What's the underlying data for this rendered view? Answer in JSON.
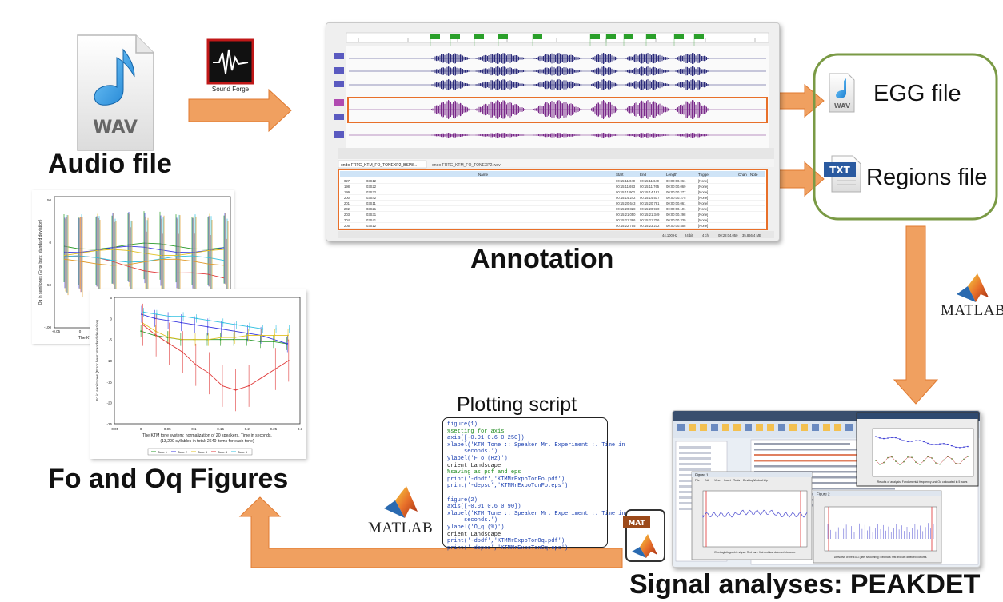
{
  "labels": {
    "audio_file": "Audio file",
    "annotation": "Annotation",
    "egg_file": "EGG file",
    "regions_file": "Regions file",
    "fo_oq_figures": "Fo and Oq Figures",
    "plotting_script": "Plotting script",
    "signal_analyses": "Signal analyses: PEAKDET"
  },
  "icons": {
    "wav_badge": "WAV",
    "sound_forge": "Sound Forge",
    "matlab_right": "MATLAB",
    "matlab_left": "MATLAB",
    "egg_wav_badge": "WAV",
    "txt_badge": "TXT",
    "mat_badge": "MAT"
  },
  "colors": {
    "arrow": "#f0a060",
    "arrow_edge": "#e07a30",
    "rounded_box": "#7a9a45",
    "highlight": "#e8702a",
    "waveform": "#2a2a7a",
    "egg_wave": "#7a2a8a"
  },
  "script": {
    "lines": [
      {
        "t": "figure(1)",
        "c": "blue"
      },
      {
        "t": "%setting for axis",
        "c": "green"
      },
      {
        "t": "axis([-0.01 0.6 0 250])",
        "c": "blue"
      },
      {
        "t": "xlabel('KTM Tone :: Speaker Mr. Experiment :. Time in",
        "c": "blue"
      },
      {
        "t": "     seconds.')",
        "c": "blue"
      },
      {
        "t": "ylabel('F_o (Hz)')",
        "c": "blue"
      },
      {
        "t": "orient Landscape",
        "c": "black"
      },
      {
        "t": "%saving as pdf and eps",
        "c": "green"
      },
      {
        "t": "print('-dpdf','KTMMrExpoTonFo.pdf')",
        "c": "blue"
      },
      {
        "t": "print('-depsc','KTMMrExpoTonFo.eps')",
        "c": "blue"
      },
      {
        "t": "",
        "c": "black"
      },
      {
        "t": "figure(2)",
        "c": "blue"
      },
      {
        "t": "axis([-0.01 0.6 0 90])",
        "c": "blue"
      },
      {
        "t": "xlabel('KTM Tone :: Speaker Mr. Experiment :. Time in",
        "c": "blue"
      },
      {
        "t": "     seconds.')",
        "c": "blue"
      },
      {
        "t": "ylabel('O_q (%)')",
        "c": "blue"
      },
      {
        "t": "orient Landscape",
        "c": "black"
      },
      {
        "t": "print('-dpdf','KTMMrExpoTonOq.pdf')",
        "c": "blue"
      },
      {
        "t": "print('-depsc','KTMMrExpoTonOq.eps')",
        "c": "blue"
      }
    ]
  },
  "figure_front": {
    "ylabel": "Fo in semitones (Error bars: standard deviation)",
    "xlabel": "The KTM tone system: normalization of 20 speakers. Time in seconds.",
    "caption": "(13,200 syllables in total: 2640 items for each tone)",
    "x_ticks": [
      "-0.05",
      "0",
      "0.05",
      "0.1",
      "0.15",
      "0.2",
      "0.25",
      "0.3"
    ],
    "y_ticks": [
      "5",
      "0",
      "-5",
      "-10",
      "-15",
      "-20",
      "-25"
    ],
    "legend": [
      "Tone 1",
      "Tone 2",
      "Tone 3",
      "Tone 4",
      "Tone 5"
    ],
    "series_colors": [
      "#2a9a2a",
      "#3a3ae0",
      "#e0c020",
      "#e03a3a",
      "#30c0e0"
    ]
  },
  "figure_back": {
    "ylabel": "Oq in semitones (Error bars: standard deviation)",
    "xlabel": "The KTM ti",
    "x_ticks": [
      "-0.05",
      "0"
    ],
    "y_ticks": [
      "50",
      "0",
      "-50",
      "-100"
    ]
  },
  "annotation_table": {
    "headers": [
      "Name",
      "Start",
      "End",
      "Length",
      "Trigger",
      "Chan",
      "Note"
    ],
    "rows": [
      [
        "027",
        "03S12",
        "00:15:11.040",
        "00:15:11.649",
        "00:00:00.061",
        "[None]"
      ],
      [
        "198",
        "03S22",
        "00:15:11.693",
        "00:15:11.765",
        "00:00:00.069",
        "[None]"
      ],
      [
        "199",
        "03S32",
        "00:15:11.902",
        "00:15:14.181",
        "00:00:00.277",
        "[None]"
      ],
      [
        "200",
        "03S42",
        "00:15:14.242",
        "00:15:14.517",
        "00:00:00.275",
        "[None]"
      ],
      [
        "201",
        "03S11",
        "00:15:20.643",
        "00:15:20.781",
        "00:00:00.061",
        "[None]"
      ],
      [
        "202",
        "03S21",
        "00:15:20.828",
        "00:15:20.930",
        "00:00:00.101",
        "[None]"
      ],
      [
        "203",
        "03S31",
        "00:15:21.050",
        "00:15:21.349",
        "00:00:00.298",
        "[None]"
      ],
      [
        "204",
        "03S41",
        "00:15:21.386",
        "00:15:21.706",
        "00:00:00.339",
        "[None]"
      ],
      [
        "205",
        "03S12",
        "00:15:22.755",
        "00:15:23.212",
        "00:00:00.458",
        "[None]"
      ]
    ],
    "tabs": [
      "ondo-FRTG_KTM_FO_TONEXP2_BSP8...",
      "ondo-FRTG_KTM_FO_TONEXP2.wav"
    ],
    "status": [
      "44,100 Hz",
      "24 bit",
      "4 ch",
      "00:28:04.050",
      "35,866.4 MB"
    ]
  },
  "matlab_windows": {
    "figure1_title": "Figure 1",
    "figure2_title": "Figure 2",
    "menu": [
      "File",
      "Edit",
      "View",
      "Insert",
      "Tools",
      "Desktop",
      "Window",
      "Help"
    ],
    "caption1": "Electroglottographic signal: Red bars: first and last detected closures.",
    "caption2": "Derivative of the EGG (after smoothing): Red bars: first and last detected closures.",
    "caption3": "Results of analysis: Fundamental frequency and Oq calculated in 5 ways"
  }
}
